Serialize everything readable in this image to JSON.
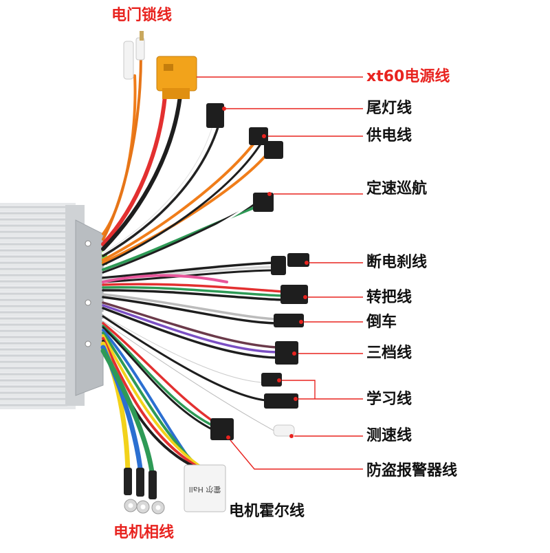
{
  "labels": {
    "ignition_lock": "电门锁线",
    "xt60_power": "xt60电源线",
    "tail_light": "尾灯线",
    "power_supply": "供电线",
    "cruise": "定速巡航",
    "brake_cutoff": "断电刹线",
    "throttle": "转把线",
    "reverse": "倒车",
    "three_speed": "三档线",
    "learning": "学习线",
    "speed_sensor": "测速线",
    "anti_theft": "防盗报警器线",
    "motor_hall": "电机霍尔线",
    "motor_phase": "电机相线"
  },
  "hall_connector_text": "霍尔 Hall",
  "colors": {
    "label_red": "#e8231f",
    "label_black": "#111111",
    "leader_line": "#e8231f",
    "housing": "#d9dcdf",
    "xt60": "#f2a31b"
  }
}
